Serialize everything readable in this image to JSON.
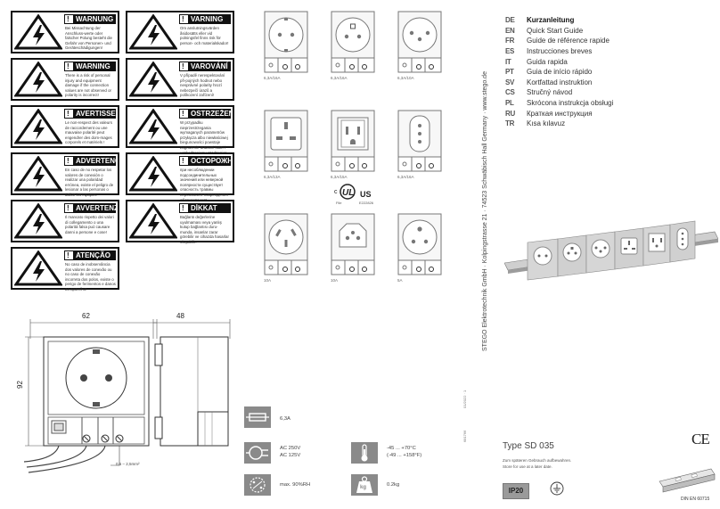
{
  "warnings": [
    {
      "title": "WARNUNG",
      "text": "Bei Missachtung der Anschluss-werte oder falscher Polung besteht die Gefahr von Personen- und Geräteschädigungen!"
    },
    {
      "title": "VARNING",
      "text": "Om anslutningsvärden åsidosätts eller vid polningsfel finns risk för person- och materialskador!"
    },
    {
      "title": "WARNING",
      "text": "There is a risk of personal injury and equipment damage if the connection values are not observed or polarity is incorrect!"
    },
    {
      "title": "VAROVÁNÍ",
      "text": "V případě nerespektování při-pojných hodnot nebo nesprávné polarity hrozí nebezpečí úrazů a poškození zařízení!"
    },
    {
      "title": "AVERTISSEMENT",
      "text": "Le non-respect des valeurs de raccordement ou une mauvaise polarité peut engendrer des dom-mages corporels et matériels !"
    },
    {
      "title": "OSTRZEŻENIE",
      "text": "W przypadku nieprzestrzegania wymaganych parametrów przyłącza albo niewłaściwej biegunowości powstaje zagrożenie urazami ludzi i uszkodzeniem urządzenia!"
    },
    {
      "title": "ADVERTENCIA",
      "text": "En caso de no respetar los valores de conexión o realizar una polaridad errónea, existe el peligro de lesionar a las personas o dañar los equipos."
    },
    {
      "title": "ОСТОРОЖНО",
      "text": "при несоблюдении подсоединительных значений или неверной полярности существует опасность травмы персонала и повреждения оборудования!"
    },
    {
      "title": "AVVERTENZA",
      "text": "Il mancato rispetto dei valori di collegamento o una polarità falsa può causare danni a persone e cose!"
    },
    {
      "title": "DİKKAT",
      "text": "Bağlantı değerlerine uyulmaması veya yanlış kutup bağlantısı duru-munda, insanlar zarar görebilir ve cihazda hasarlar oluşabilir!"
    },
    {
      "title": "ATENÇÃO",
      "text": "No caso de inobservância dos valores de conexão ou no caso de conexão incorreta dos polos, existe o perigo de ferimentos e danos ao aparelho!"
    }
  ],
  "sockets": [
    {
      "label": "6,3A/16A"
    },
    {
      "label": "6,3A/16A"
    },
    {
      "label": "6,3A/10A"
    },
    {
      "label": "6,3A/13A"
    },
    {
      "label": "6,3A/15A"
    },
    {
      "label": "6,3A/16A"
    },
    {
      "label": "10A"
    },
    {
      "label": "10A"
    },
    {
      "label": "5A"
    }
  ],
  "ul": {
    "mark": "US",
    "sub": "File",
    "num": "E222826"
  },
  "dims": {
    "width": "62",
    "depth": "48",
    "height": "92",
    "wire": "0,5 – 2,5mm²"
  },
  "specs": {
    "fuse": "6,3A",
    "voltage": [
      "AC 250V",
      "AC 125V"
    ],
    "humidity": "max. 90%RH",
    "temp": [
      "-45 ... +70°C",
      "(-49 ... +158°F)"
    ],
    "weight": "0.2kg",
    "weight_icon": "kg"
  },
  "languages": [
    {
      "code": "DE",
      "text": "Kurzanleitung"
    },
    {
      "code": "EN",
      "text": "Quick Start Guide"
    },
    {
      "code": "FR",
      "text": "Guide de référence rapide"
    },
    {
      "code": "ES",
      "text": "Instrucciones breves"
    },
    {
      "code": "IT",
      "text": "Guida rapida"
    },
    {
      "code": "PT",
      "text": "Guia de início rápido"
    },
    {
      "code": "SV",
      "text": "Kortfattad instruktion"
    },
    {
      "code": "CS",
      "text": "Stručný návod"
    },
    {
      "code": "PL",
      "text": "Skrócona instrukcja obsługi"
    },
    {
      "code": "RU",
      "text": "Краткая инструкция"
    },
    {
      "code": "TR",
      "text": "Kısa kılavuz"
    }
  ],
  "vertical": {
    "address": "STEGO Elektrotechnik GmbH · Kolpingstrasse 21 · 74523 Schwäbisch Hall Germany · www.stego.de",
    "code1": "01/2022 · 1",
    "code2": "681766"
  },
  "product": {
    "type": "Type SD 035",
    "store1": "Zum späteren Gebrauch aufbewahren.",
    "store2": "Store for use at a later date.",
    "ip": "IP20",
    "ce": "CE",
    "din": "DIN EN 60715"
  },
  "colors": {
    "dark": "#111111",
    "grey_icon": "#8a8a8a",
    "socket_grey": "#d6d6d6"
  }
}
